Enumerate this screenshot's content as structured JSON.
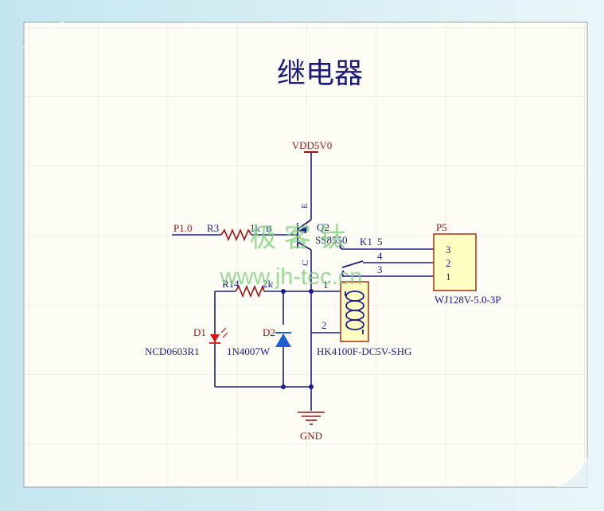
{
  "title": "继电器",
  "watermark": {
    "line1": "极 客 钛",
    "line2": "www.jh-tec.cn"
  },
  "nets": {
    "vdd": "VDD5V0",
    "gnd": "GND",
    "input": "P1.0"
  },
  "components": {
    "r3": {
      "ref": "R3",
      "value": "1k"
    },
    "r14": {
      "ref": "R14",
      "value": "2k"
    },
    "q2": {
      "ref": "Q2",
      "value": "SS8550",
      "pin_b": "B",
      "pin_e": "E",
      "pin_c": "C"
    },
    "d1": {
      "ref": "D1",
      "value": "NCD0603R1"
    },
    "d2": {
      "ref": "D2",
      "value": "1N4007W"
    },
    "k1": {
      "ref": "K1",
      "value": "HK4100F-DC5V-SHG",
      "pins": [
        "5",
        "4",
        "3",
        "1",
        "2"
      ]
    },
    "p5": {
      "ref": "P5",
      "value": "WJ128V-5.0-3P",
      "pins": [
        "3",
        "2",
        "1"
      ]
    }
  },
  "colors": {
    "wire": "#1c1c8c",
    "ref_red": "#9a1414",
    "title_navy": "#1c1c78",
    "part_fill": "#ffffc4",
    "part_stroke": "#b33a1a",
    "diode_blue": "#1c5fd0",
    "watermark": "#7fd07f",
    "led_red": "#e01010"
  }
}
